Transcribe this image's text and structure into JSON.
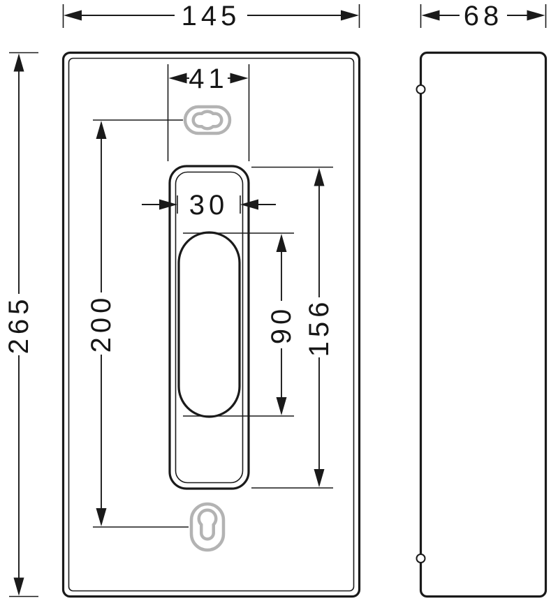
{
  "dimensions": {
    "front_width": "145",
    "front_height": "265",
    "depth": "68",
    "cutout_width": "41",
    "hole_spacing": "200",
    "slot_width": "30",
    "slot_height": "90",
    "opening_height": "156"
  },
  "colors": {
    "line": "#1a1a1a",
    "accent_gray": "#b3b3b3",
    "background": "#ffffff"
  }
}
